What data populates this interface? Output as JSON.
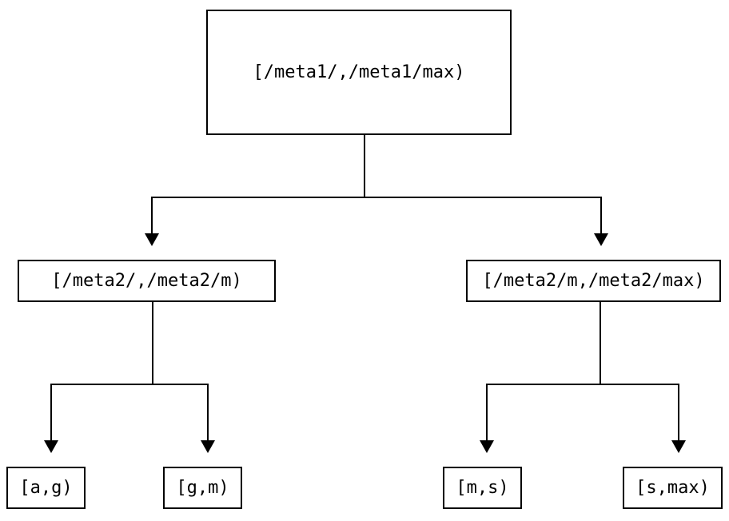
{
  "diagram": {
    "type": "tree",
    "colors": {
      "line": "#000000",
      "text": "#000000",
      "background": "#ffffff",
      "node_fill": "#ffffff"
    },
    "nodes": {
      "root": {
        "label": "[/meta1/,/meta1/max)"
      },
      "meta2_low": {
        "label": "[/meta2/,/meta2/m)"
      },
      "meta2_high": {
        "label": "[/meta2/m,/meta2/max)"
      },
      "leaf_ag": {
        "label": "[a,g)"
      },
      "leaf_gm": {
        "label": "[g,m)"
      },
      "leaf_ms": {
        "label": "[m,s)"
      },
      "leaf_smax": {
        "label": "[s,max)"
      }
    },
    "edges": [
      {
        "from": "root",
        "to": "meta2_low"
      },
      {
        "from": "root",
        "to": "meta2_high"
      },
      {
        "from": "meta2_low",
        "to": "leaf_ag"
      },
      {
        "from": "meta2_low",
        "to": "leaf_gm"
      },
      {
        "from": "meta2_high",
        "to": "leaf_ms"
      },
      {
        "from": "meta2_high",
        "to": "leaf_smax"
      }
    ]
  }
}
